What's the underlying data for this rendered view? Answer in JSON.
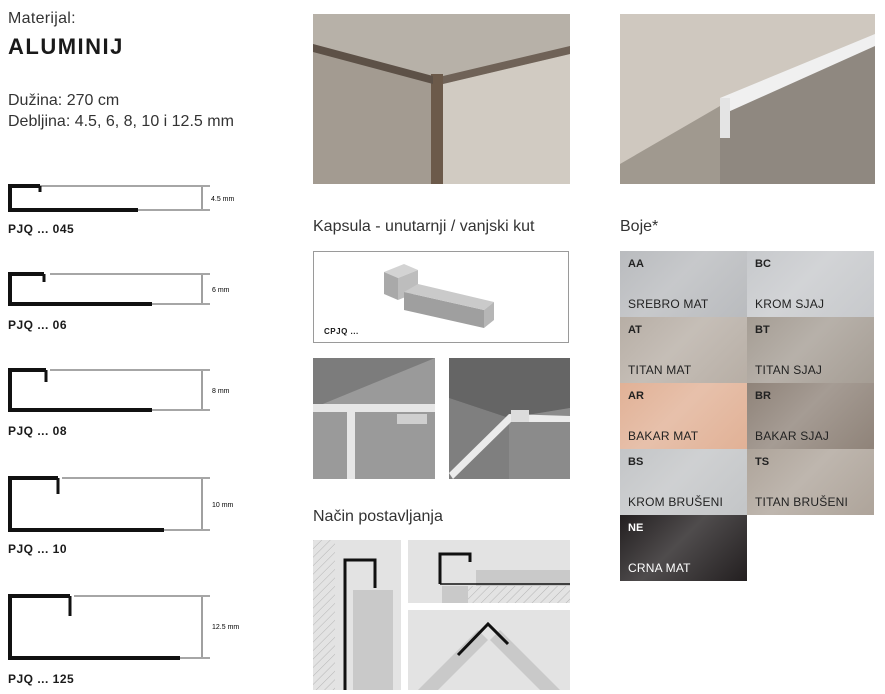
{
  "material": {
    "label": "Materijal:",
    "value": "ALUMINIJ"
  },
  "specs": {
    "length": "Dužina: 270 cm",
    "thickness": "Debljina: 4.5, 6, 8, 10 i 12.5 mm"
  },
  "profiles": [
    {
      "code": "PJQ ... 045",
      "dim": "4.5 mm"
    },
    {
      "code": "PJQ ... 06",
      "dim": "6 mm"
    },
    {
      "code": "PJQ ... 08",
      "dim": "8 mm"
    },
    {
      "code": "PJQ ... 10",
      "dim": "10 mm"
    },
    {
      "code": "PJQ ... 125",
      "dim": "12.5 mm"
    }
  ],
  "capsule": {
    "title": "Kapsula - unutarnji / vanjski kut",
    "code": "CPJQ ..."
  },
  "installation": {
    "title": "Način postavljanja"
  },
  "colors": {
    "title": "Boje*",
    "swatches": [
      {
        "code": "AA",
        "name": "SREBRO MAT",
        "bg": "#b9bbbe",
        "text": "#222222"
      },
      {
        "code": "BC",
        "name": "KROM SJAJ",
        "bg": "#c7c9cc",
        "text": "#222222"
      },
      {
        "code": "AT",
        "name": "TITAN MAT",
        "bg": "#b7aea5",
        "text": "#222222"
      },
      {
        "code": "BT",
        "name": "TITAN SJAJ",
        "bg": "#a59d94",
        "text": "#222222"
      },
      {
        "code": "AR",
        "name": "BAKAR MAT",
        "bg": "#e1b196",
        "text": "#222222"
      },
      {
        "code": "BR",
        "name": "BAKAR SJAJ",
        "bg": "#8f8379",
        "text": "#222222"
      },
      {
        "code": "BS",
        "name": "KROM BRUŠENI",
        "bg": "#c3c5c7",
        "text": "#222222"
      },
      {
        "code": "TS",
        "name": "TITAN BRUŠENI",
        "bg": "#aea49a",
        "text": "#222222"
      },
      {
        "code": "NE",
        "name": "CRNA MAT",
        "bg": "#231f20",
        "text": "#ffffff"
      }
    ]
  }
}
